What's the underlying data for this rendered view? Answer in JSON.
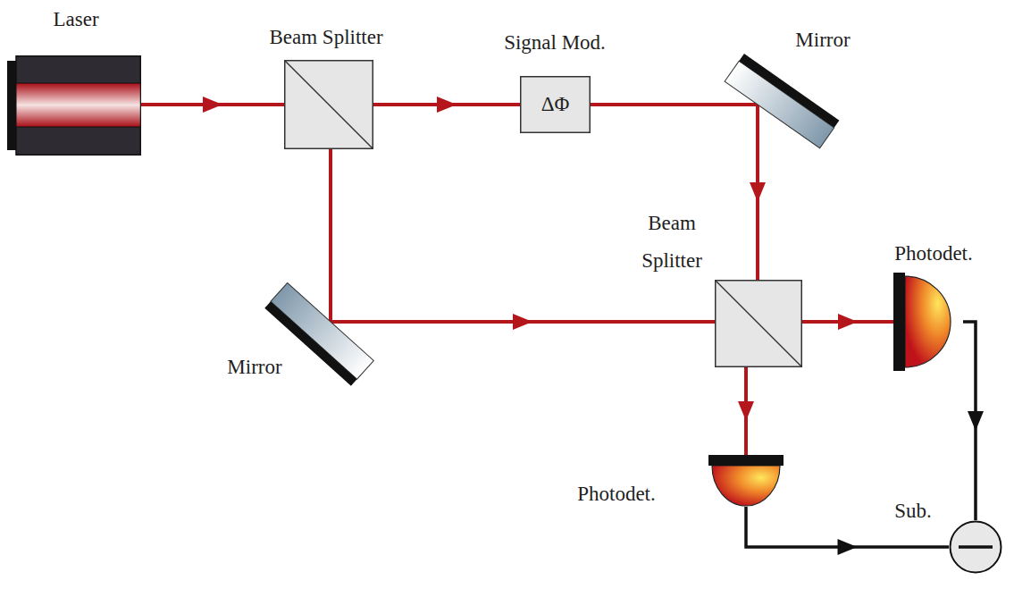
{
  "diagram": {
    "nodes": [
      {
        "text": [
          "Laser"
        ]
      },
      {
        "text": [
          "Beam Splitter"
        ]
      },
      {
        "text": [
          "Signal Mod.",
          "ΔΦ"
        ]
      },
      {
        "text": [
          "Mirror"
        ]
      },
      {
        "text": [
          "Mirror"
        ]
      },
      {
        "text": [
          "Beam Splitter"
        ]
      },
      {
        "text": [
          "Photodet."
        ]
      },
      {
        "text": [
          "Photodet."
        ]
      },
      {
        "text": [
          "Sub."
        ]
      }
    ],
    "edges": [
      {
        "from": 0,
        "to": 1,
        "arrow": "to"
      },
      {
        "from": 1,
        "to": 2,
        "arrow": "to"
      },
      {
        "from": 2,
        "to": 3,
        "arrow": "none"
      },
      {
        "from": 3,
        "to": 5,
        "arrow": "to"
      },
      {
        "from": 1,
        "to": 4,
        "arrow": "none"
      },
      {
        "from": 4,
        "to": 5,
        "arrow": "to"
      },
      {
        "from": 5,
        "to": 6,
        "arrow": "to"
      },
      {
        "from": 5,
        "to": 7,
        "arrow": "to"
      },
      {
        "from": 6,
        "to": 8,
        "arrow": "to"
      },
      {
        "from": 7,
        "to": 8,
        "arrow": "to"
      }
    ]
  }
}
